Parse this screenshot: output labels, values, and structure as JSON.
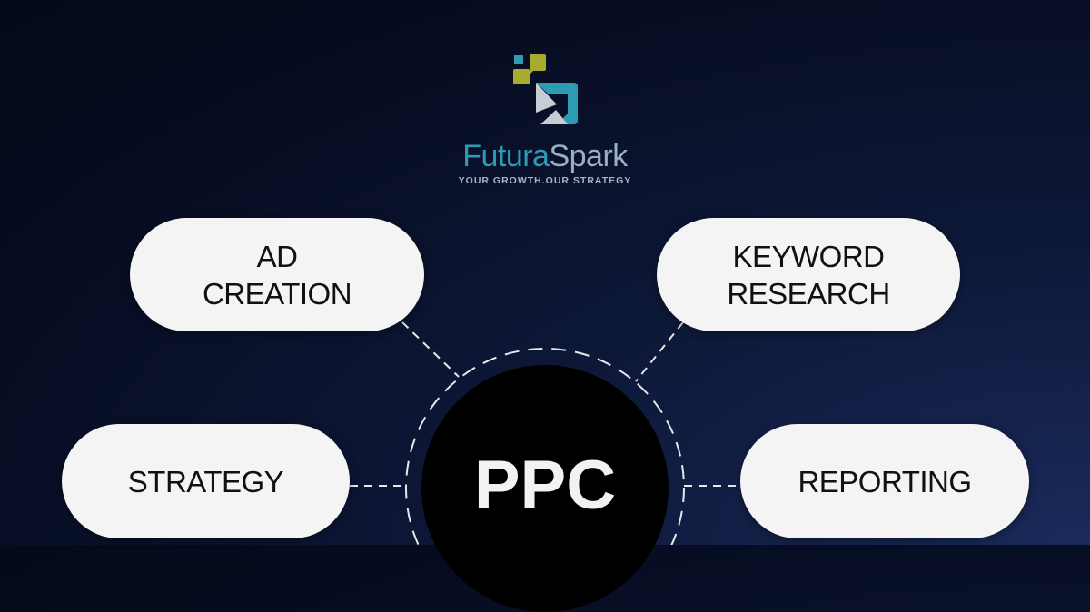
{
  "logo": {
    "brand_part1": "Futura",
    "brand_part2": "Spark",
    "tagline": "YOUR GROWTH.OUR STRATEGY"
  },
  "center": {
    "label": "PPC"
  },
  "nodes": {
    "ad_creation": {
      "line1": "AD",
      "line2": "CREATION"
    },
    "keyword_research": {
      "line1": "KEYWORD",
      "line2": "RESEARCH"
    },
    "strategy": {
      "label": "STRATEGY"
    },
    "reporting": {
      "label": "REPORTING"
    }
  },
  "colors": {
    "teal": "#2e9bb5",
    "olive": "#a8ab2e",
    "background": "#0d1838"
  }
}
